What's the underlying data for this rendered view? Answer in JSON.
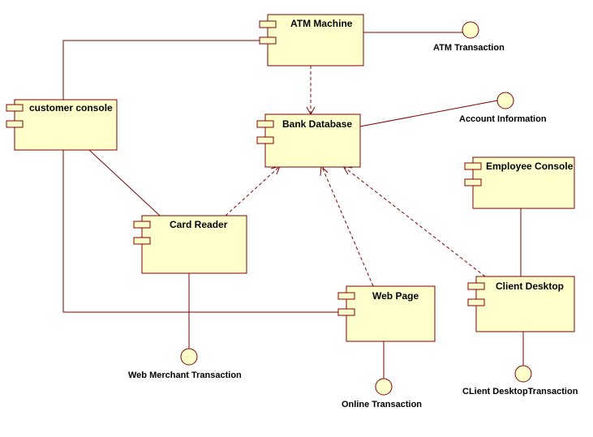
{
  "components": {
    "atm_machine": "ATM Machine",
    "customer_console": "customer console",
    "bank_database": "Bank Database",
    "employee_console": "Employee Console",
    "card_reader": "Card Reader",
    "web_page": "Web Page",
    "client_desktop": "Client Desktop"
  },
  "interfaces": {
    "atm_transaction": "ATM Transaction",
    "account_information": "Account Information",
    "web_merchant_transaction": "Web Merchant Transaction",
    "online_transaction": "Online Transaction",
    "client_desktop_transaction": "CLient DesktopTransaction"
  },
  "colors": {
    "fill": "#ffffcc",
    "stroke": "#800000"
  }
}
